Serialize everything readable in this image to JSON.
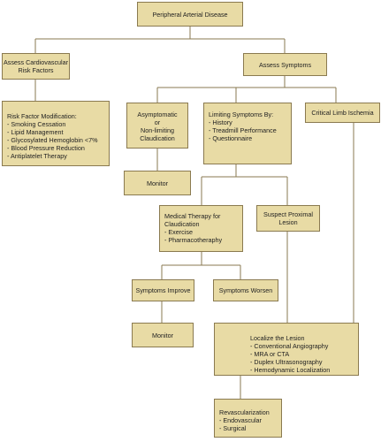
{
  "nodes": {
    "pad": "Peripheral Arterial Disease",
    "assess_cv": "Assess Cardiovascular\nRisk Factors",
    "assess_symptoms": "Assess Symptoms",
    "risk_mod": "Risk Factor Modification:\n- Smoking Cessation\n- Lipid Management\n- Glycosylated Hemoglobin <7%\n- Blood Pressure Reduction\n- Antiplatelet Therapy",
    "asymptomatic": "Asymptomatic\nor\nNon-limiting\nClaudication",
    "limiting": "Limiting Symptoms By:\n- History\n- Treadmill Performance\n- Questionnaire",
    "cli": "Critical Limb Ischemia",
    "monitor1": "Monitor",
    "medical": "Medical Therapy for\nClaudication\n- Exercise\n- Pharmacotheraphy",
    "proximal": "Suspect Proximal\nLesion",
    "improve": "Symptoms Improve",
    "worsen": "Symptoms Worsen",
    "monitor2": "Monitor",
    "localize": "Localize the Lesion\n- Conventional Angiography\n- MRA or CTA\n- Duplex Ultrasonography\n- Hemodynamic Localization",
    "revasc": "Revascularization\n- Endovascular\n- Surgical"
  }
}
